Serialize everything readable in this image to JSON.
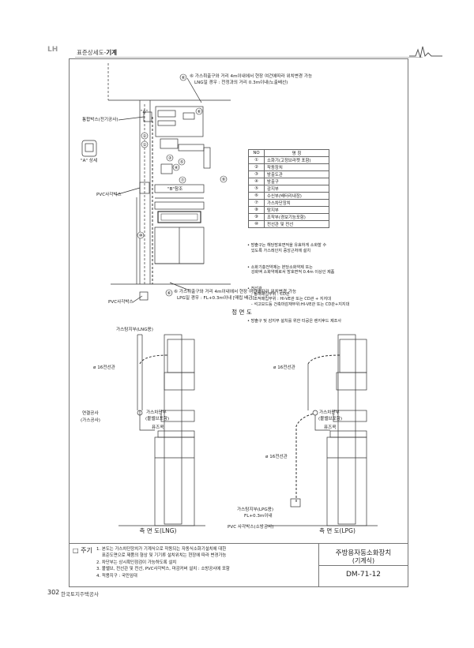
{
  "header": {
    "logo": "LH",
    "breadcrumb": "표준상세도-",
    "section": "기계",
    "page_number": "302",
    "publisher": "한국토지주택공사"
  },
  "elevation": {
    "callout_top_1": "⑥ 가스취출구와 거리 4m이내에서 현장 여건에따라 위치변경 가능",
    "callout_top_2": "LNG일 경우 : 천정과의 거리 0.3m이내(노출배선)",
    "label_a": "\"A\"",
    "junction_box": "통합박스(전기공사)",
    "detail_a": "\"A\" 상세",
    "pvc_box": "PVC사각박스",
    "ref_b": "\"B\"참조",
    "pvc_box_2": "PVC사각박스",
    "callout_bottom_1": "⑥ 가스취출구와 거리 4m이내에서 현장 여건에따라 위치변경 가능",
    "callout_bottom_2": "LPG일 경우 : FL+0.3m이내 [매립 배관]",
    "title": "정 면 도"
  },
  "legend": {
    "col_no": "NO",
    "col_name": "명      칭",
    "rows": [
      {
        "no": "①",
        "name": "소화기(고정브라켓 포함)"
      },
      {
        "no": "②",
        "name": "작동장치"
      },
      {
        "no": "③",
        "name": "방출도관"
      },
      {
        "no": "④",
        "name": "방출구"
      },
      {
        "no": "⑤",
        "name": "감지부"
      },
      {
        "no": "⑥",
        "name": "수신부(배터리내장)"
      },
      {
        "no": "⑦",
        "name": "가스차단장치"
      },
      {
        "no": "⑧",
        "name": "탐지부"
      },
      {
        "no": "⑨",
        "name": "조작부(경보기능포함)"
      },
      {
        "no": "⑩",
        "name": "전선관 및 전선"
      }
    ]
  },
  "notes": [
    "• 방출구는 해당방호면적을 유효하게 소화할 수\n   있도록 가스레인지 중앙근처에 설치",
    "• 소화기충전약제는 본당소화약제 또는\n   강화액 소화약제로서 방호면적 0.4m 이상인 제품",
    "• 전선관\n   - 통해매립부위 : CD관\n   - 조적매립부위 : HI-VE관 또는 CD관 + 지지대\n   - 석고보드등 건축마감재부위:HI-VE관 또는 CD관+지지대",
    "• 방출구 및 감지부 설치를 위한 타공은 렌지후드 제조사"
  ],
  "side_lng": {
    "gas_detector": "가스탐지부(LNG용)",
    "conduit_16": "ø 16전선관",
    "connection_1": "연결공사",
    "connection_2": "(가스공사)",
    "shutoff_1": "가스차단부",
    "shutoff_2": "(볼밸브포함)",
    "fuse_cock": "퓨즈콕",
    "title": "측 면 도(LNG)"
  },
  "side_lpg": {
    "conduit_16": "ø 16전선관",
    "shutoff_1": "가스차단부",
    "shutoff_2": "(볼밸브포함)",
    "fuse_cock": "퓨즈콕",
    "conduit_16b": "ø 16전선관",
    "gas_detector_1": "가스탐지부(LPG용)",
    "gas_detector_2": "FL+0.3m이내",
    "pvc_box": "PVC 사각박스(소방공사)",
    "title": "측 면 도(LPG)"
  },
  "footer": {
    "label": "□ 주기",
    "notes": "1. 본도는 가스차단장치가 기계식으로 작동되는 자동식소화기설치에 대한\n    표준도면으로 제품의 형상 및 기기류 설치위치는 현장에 따라 변경가능\n2. 차단부는 상시확인점검이 가능하도록 설치\n3. 볼밸브, 전선관 및 전선, PVC사각박스, 마감커버 설치 : 소방공사에 포함\n4. 적용지구 : 국민임대",
    "title_1": "주방용자동소화장치",
    "title_2": "(기계식)",
    "code": "DM-71-12"
  }
}
